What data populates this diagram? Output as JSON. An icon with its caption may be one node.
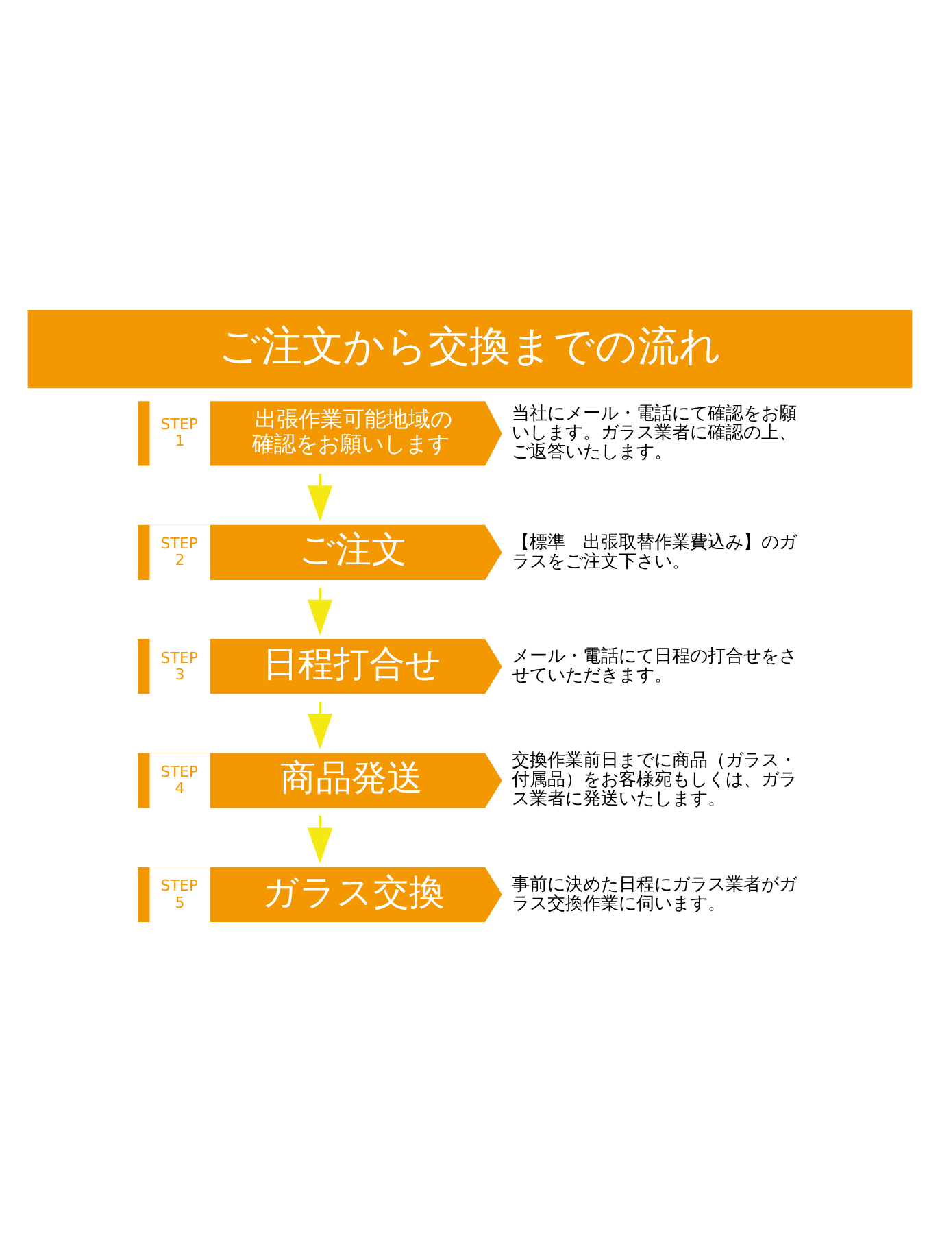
{
  "diagram": {
    "title": "ご注文から交換までの流れ",
    "nodes": [
      {
        "text": [
          "STEP 1",
          "出張作業可能地域の確認をお願いします"
        ],
        "beside": [
          "当社にメール・電話にて確認をお願いします。ガラス業者に確認の上、ご返答いたします。"
        ]
      },
      {
        "text": [
          "STEP 2",
          "ご注文"
        ],
        "beside": [
          "【標準　出張取替作業費込み】のガラスをご注文下さい。"
        ]
      },
      {
        "text": [
          "STEP 3",
          "日程打合せ"
        ],
        "beside": [
          "メール・電話にて日程の打合せをさせていただきます。"
        ]
      },
      {
        "text": [
          "STEP 4",
          "商品発送"
        ],
        "beside": [
          "交換作業前日までに商品（ガラス・付属品）をお客様宛もしくは、ガラス業者に発送いたします。"
        ]
      },
      {
        "text": [
          "STEP 5",
          "ガラス交換"
        ],
        "beside": [
          "事前に決めた日程にガラス業者がガラス交換作業に伺います。"
        ]
      }
    ],
    "edges": [
      {
        "from": 0,
        "to": 1,
        "arrow": "to"
      },
      {
        "from": 1,
        "to": 2,
        "arrow": "to"
      },
      {
        "from": 2,
        "to": 3,
        "arrow": "to"
      },
      {
        "from": 3,
        "to": 4,
        "arrow": "to"
      }
    ]
  }
}
